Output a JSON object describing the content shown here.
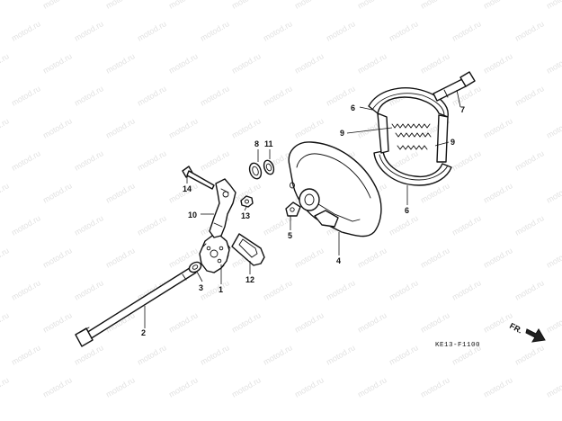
{
  "diagram": {
    "watermark_text": "motod.ru",
    "drawing_code": "KE13-F1100",
    "direction_label": "FR.",
    "callouts": {
      "c1": "1",
      "c2": "2",
      "c3": "3",
      "c4": "4",
      "c5": "5",
      "c6a": "6",
      "c6b": "6",
      "c7": "7",
      "c8a": "8",
      "c8b": "8",
      "c9a": "9",
      "c9b": "9",
      "c10": "10",
      "c11": "11",
      "c12": "12",
      "c13": "13",
      "c14": "14"
    }
  }
}
